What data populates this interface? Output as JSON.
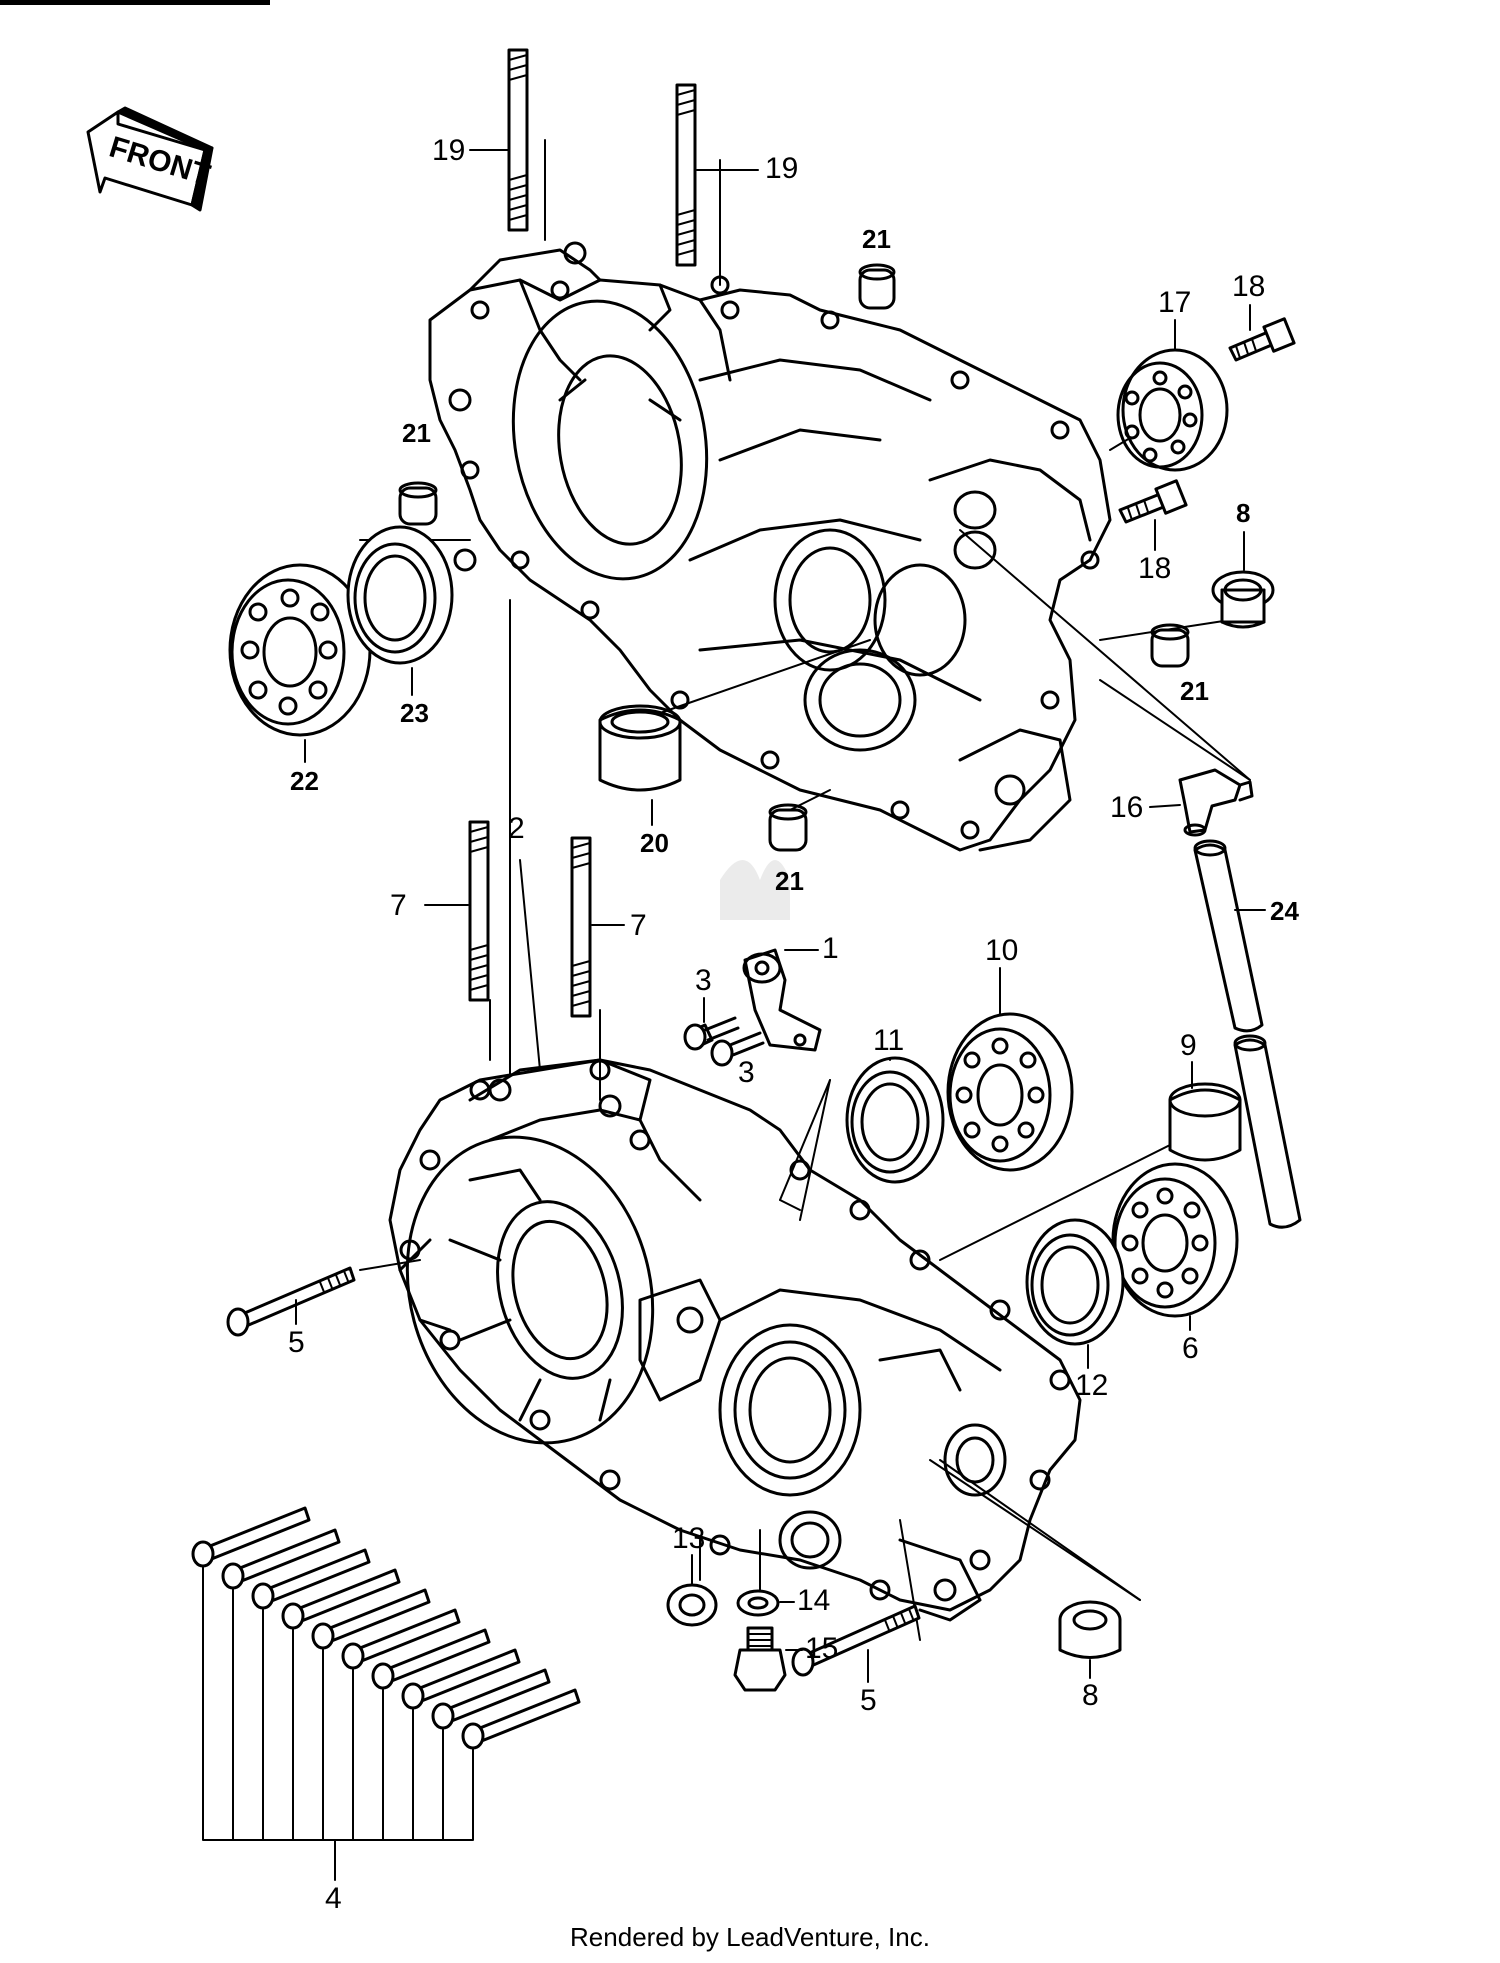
{
  "front_label": "FRONT",
  "callouts": {
    "c19a": "19",
    "c19b": "19",
    "c21a": "21",
    "c21b": "21",
    "c21c": "21",
    "c21d": "21",
    "c17": "17",
    "c18a": "18",
    "c18b": "18",
    "c8a": "8",
    "c8b": "8",
    "c22": "22",
    "c23": "23",
    "c20": "20",
    "c16": "16",
    "c24": "24",
    "c2": "2",
    "c7a": "7",
    "c7b": "7",
    "c1": "1",
    "c3a": "3",
    "c3b": "3",
    "c10": "10",
    "c11": "11",
    "c9": "9",
    "c6": "6",
    "c12": "12",
    "c5a": "5",
    "c5b": "5",
    "c13": "13",
    "c14": "14",
    "c15": "15",
    "c4": "4"
  },
  "footer": "Rendered by LeadVenture, Inc."
}
